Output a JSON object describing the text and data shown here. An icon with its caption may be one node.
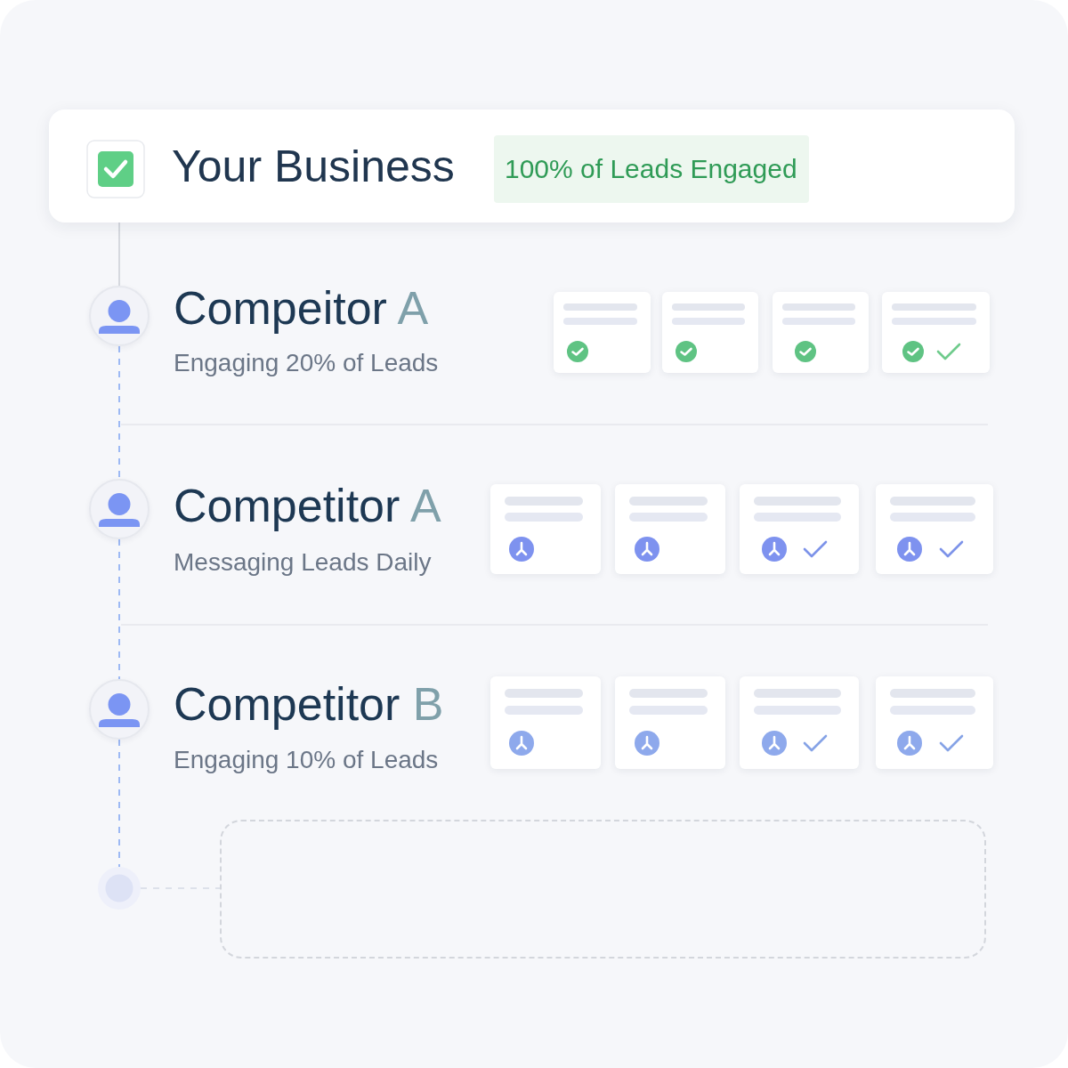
{
  "diagram": {
    "nodes": [
      {
        "text": [
          "Your Business"
        ]
      },
      {
        "text": [
          "100% of Leads Engaged"
        ],
        "in": 0
      },
      {
        "text": [],
        "shape": "person",
        "beside": [
          "Compeitor A",
          "Engaging 20% of Leads"
        ]
      },
      {
        "text": [],
        "shape": "person",
        "beside": [
          "Competitor A",
          "Messaging Leads Daily"
        ]
      },
      {
        "text": [],
        "shape": "person",
        "beside": [
          "Competitor B",
          "Engaging 10% of Leads"
        ]
      },
      {
        "text": [],
        "shape": "circle"
      },
      {
        "text": [],
        "shape": "box"
      }
    ],
    "edges": [
      {
        "from": 0,
        "to": 2,
        "arrow": "none",
        "color": "#d6d9df"
      },
      {
        "from": 2,
        "to": 3,
        "arrow": "none",
        "style": "dashed"
      },
      {
        "from": 3,
        "to": 4,
        "arrow": "none",
        "style": "dashed"
      },
      {
        "from": 4,
        "to": 5,
        "arrow": "none",
        "style": "dashed"
      },
      {
        "from": 5,
        "to": 6,
        "arrow": "none",
        "style": "dashed",
        "color": "#dde1ea"
      }
    ]
  }
}
